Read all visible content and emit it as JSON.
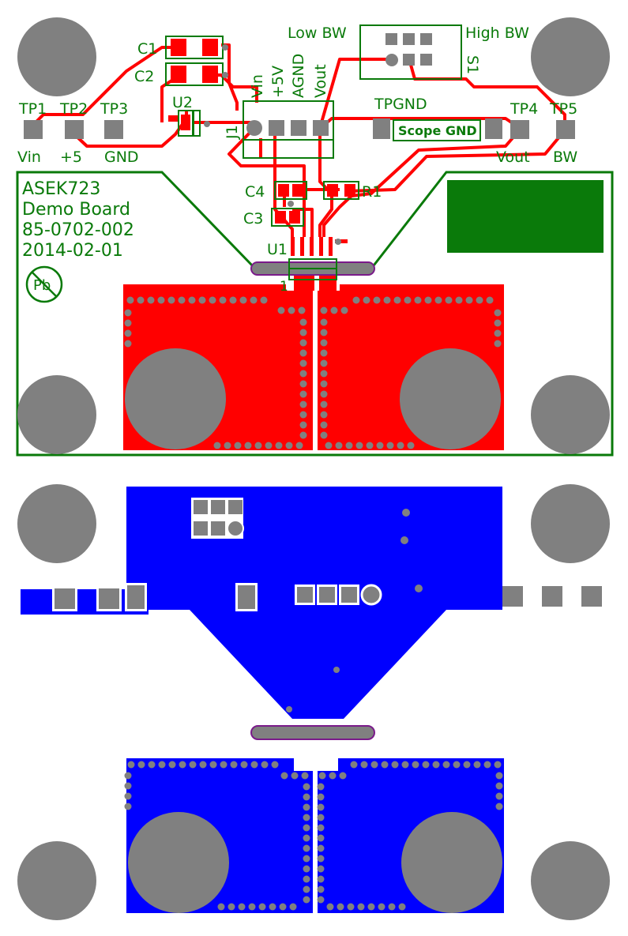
{
  "colors": {
    "top_copper": "#ff0000",
    "bottom_copper": "#0000ff",
    "silkscreen": "#0a7a0a",
    "pad": "#808080",
    "outline": "#7a1a8a",
    "board_outline": "#0a7a0a"
  },
  "top": {
    "board_text": [
      "ASEK723",
      "Demo Board",
      "85-0702-002",
      "2014-02-01"
    ],
    "pb_free_symbol": "Pb",
    "labels": {
      "c1": "C1",
      "c2": "C2",
      "u2": "U2",
      "tp1": "TP1",
      "tp2": "TP2",
      "tp3": "TP3",
      "vin_label": "Vin",
      "plus5_label": "+5",
      "gnd_label": "GND",
      "j1": "J1",
      "vin_v": "Vin",
      "plus5v_v": "+5V",
      "agnd_v": "AGND",
      "vout_v": "Vout",
      "low_bw": "Low BW",
      "high_bw": "High BW",
      "s1": "S1",
      "tpgnd": "TPGND",
      "scope_gnd": "Scope GND",
      "tp4": "TP4",
      "tp5": "TP5",
      "vout_label": "Vout",
      "bw_label": "BW",
      "c4": "C4",
      "c3": "C3",
      "r1": "R1",
      "u1": "U1",
      "pin1": "1"
    }
  }
}
